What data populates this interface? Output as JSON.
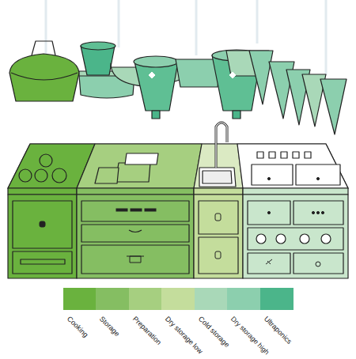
{
  "diagram": {
    "legend": [
      {
        "text": "Cooking",
        "color": "#6ab23e"
      },
      {
        "text": "Storage",
        "color": "#85be62"
      },
      {
        "text": "Preparation",
        "color": "#a6cf80"
      },
      {
        "text": "Dry storage low",
        "color": "#c4dd9c"
      },
      {
        "text": "Cold storage",
        "color": "#a9d8b8"
      },
      {
        "text": "Dry storage high",
        "color": "#8ccfae"
      },
      {
        "text": "Ultraponics",
        "color": "#4bb58a"
      }
    ]
  }
}
